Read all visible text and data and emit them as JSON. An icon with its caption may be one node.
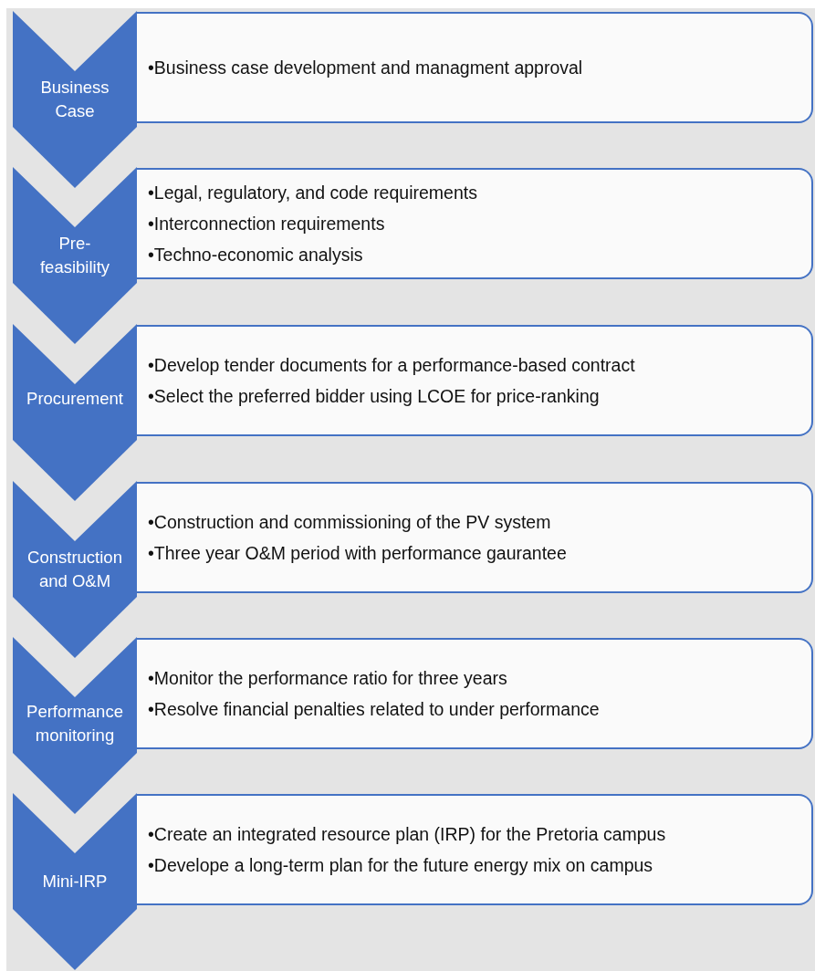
{
  "diagram": {
    "nodes": [
      {
        "text": [
          "Business Case"
        ]
      },
      {
        "text": [
          "•Business case development and managment approval"
        ]
      },
      {
        "text": [
          "Pre-feasibility"
        ]
      },
      {
        "text": [
          "•Legal, regulatory, and code requirements",
          "•Interconnection requirements",
          "•Techno-economic analysis"
        ]
      },
      {
        "text": [
          "Procurement"
        ]
      },
      {
        "text": [
          "•Develop tender documents for a performance-based contract",
          "•Select the preferred bidder using LCOE for price-ranking"
        ]
      },
      {
        "text": [
          "Construction and O&M"
        ]
      },
      {
        "text": [
          "•Construction and commissioning of the PV system",
          "•Three year O&M period with performance gaurantee"
        ]
      },
      {
        "text": [
          "Performance monitoring"
        ]
      },
      {
        "text": [
          "•Monitor the performance ratio for three years",
          "•Resolve financial penalties related to under performance"
        ]
      },
      {
        "text": [
          "Mini-IRP"
        ]
      },
      {
        "text": [
          "•Create an integrated resource plan (IRP) for the Pretoria campus",
          "•Develope a long-term plan for the future energy mix on campus"
        ]
      }
    ],
    "edges": [
      {
        "from": 0,
        "to": 2,
        "arrow": "to"
      },
      {
        "from": 2,
        "to": 4,
        "arrow": "to"
      },
      {
        "from": 4,
        "to": 6,
        "arrow": "to"
      },
      {
        "from": 6,
        "to": 8,
        "arrow": "to"
      },
      {
        "from": 8,
        "to": 10,
        "arrow": "to"
      },
      {
        "from": 10,
        "to": null,
        "arrow": "to"
      }
    ]
  }
}
